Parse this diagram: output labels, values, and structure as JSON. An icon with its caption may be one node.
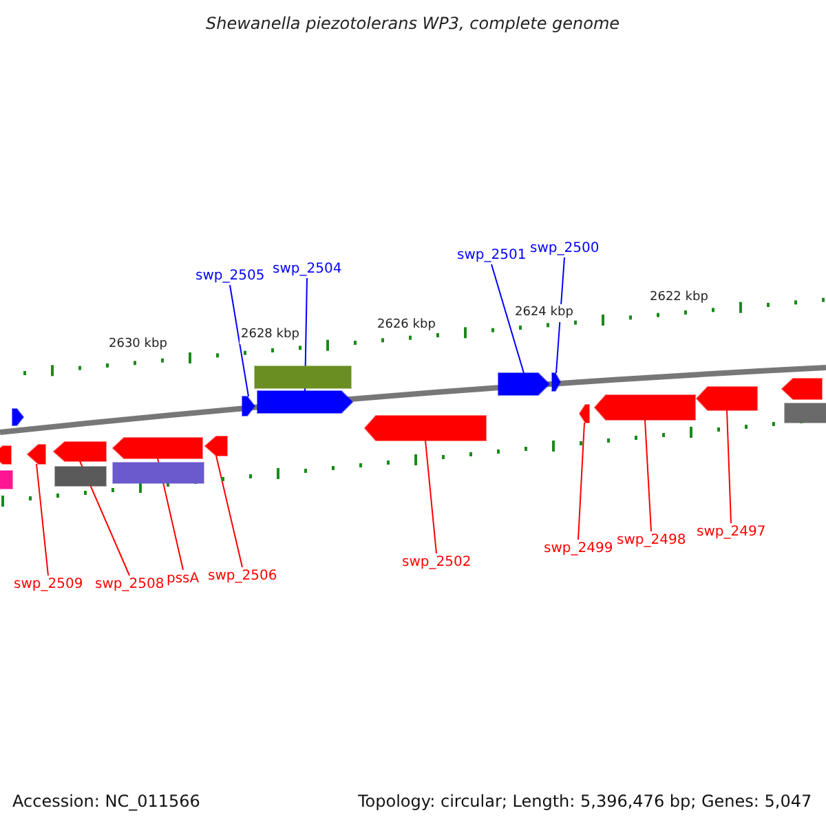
{
  "diagram": {
    "title": "Shewanella piezotolerans WP3, complete genome",
    "nodes": [
      {
        "text": [
          "swp_2505"
        ]
      },
      {
        "text": [
          "swp_2504"
        ]
      },
      {
        "text": [
          "swp_2501"
        ]
      },
      {
        "text": [
          "swp_2500"
        ]
      },
      {
        "text": [
          "swp_2509"
        ]
      },
      {
        "text": [
          "swp_2508"
        ]
      },
      {
        "text": [
          "pssA"
        ]
      },
      {
        "text": [
          "swp_2506"
        ]
      },
      {
        "text": [
          "swp_2502"
        ]
      },
      {
        "text": [
          "swp_2499"
        ]
      },
      {
        "text": [
          "swp_2498"
        ]
      },
      {
        "text": [
          "swp_2497"
        ]
      },
      {
        "text": [],
        "shape": "arrow"
      },
      {
        "text": [],
        "shape": "bar"
      },
      {
        "text": [],
        "shape": "arrow"
      },
      {
        "text": [],
        "shape": "arrow"
      },
      {
        "text": [],
        "shape": "arrow"
      },
      {
        "text": [],
        "shape": "bar"
      },
      {
        "text": [],
        "shape": "arrow"
      },
      {
        "text": [],
        "shape": "bar"
      },
      {
        "text": [],
        "shape": "arrow"
      },
      {
        "text": [],
        "shape": "arrow"
      },
      {
        "text": [],
        "shape": "bar"
      },
      {
        "text": [],
        "shape": "arrow"
      },
      {
        "text": [],
        "shape": "arrow"
      },
      {
        "text": [],
        "shape": "arrow"
      },
      {
        "text": [],
        "shape": "arrow"
      },
      {
        "text": [],
        "shape": "arrow"
      },
      {
        "text": [],
        "shape": "arrow"
      },
      {
        "text": [],
        "shape": "arrow"
      },
      {
        "text": [],
        "shape": "arrow"
      },
      {
        "text": [],
        "shape": "bar"
      }
    ],
    "edges": [
      {
        "from": 0,
        "to": 21,
        "arrow": "none",
        "color": "#0000ff"
      },
      {
        "from": 1,
        "to": 23,
        "arrow": "none",
        "color": "#0000ff"
      },
      {
        "from": 2,
        "to": 25,
        "arrow": "none",
        "color": "#0000ff"
      },
      {
        "from": 3,
        "to": 26,
        "arrow": "none",
        "color": "#0000ff"
      },
      {
        "from": 4,
        "to": 15,
        "arrow": "none"
      },
      {
        "from": 5,
        "to": 16,
        "arrow": "none"
      },
      {
        "from": 6,
        "to": 18,
        "arrow": "none"
      },
      {
        "from": 7,
        "to": 20,
        "arrow": "none"
      },
      {
        "from": 8,
        "to": 24,
        "arrow": "none"
      },
      {
        "from": 9,
        "to": 27,
        "arrow": "none"
      },
      {
        "from": 10,
        "to": 28,
        "arrow": "none"
      },
      {
        "from": 11,
        "to": 29,
        "arrow": "none"
      }
    ],
    "labels": [
      "2630 kbp",
      "2628 kbp",
      "2626 kbp",
      "2624 kbp",
      "2622 kbp",
      "Accession: NC_011566",
      "Topology: circular; Length: 5,396,476 bp; Genes: 5,047"
    ]
  }
}
